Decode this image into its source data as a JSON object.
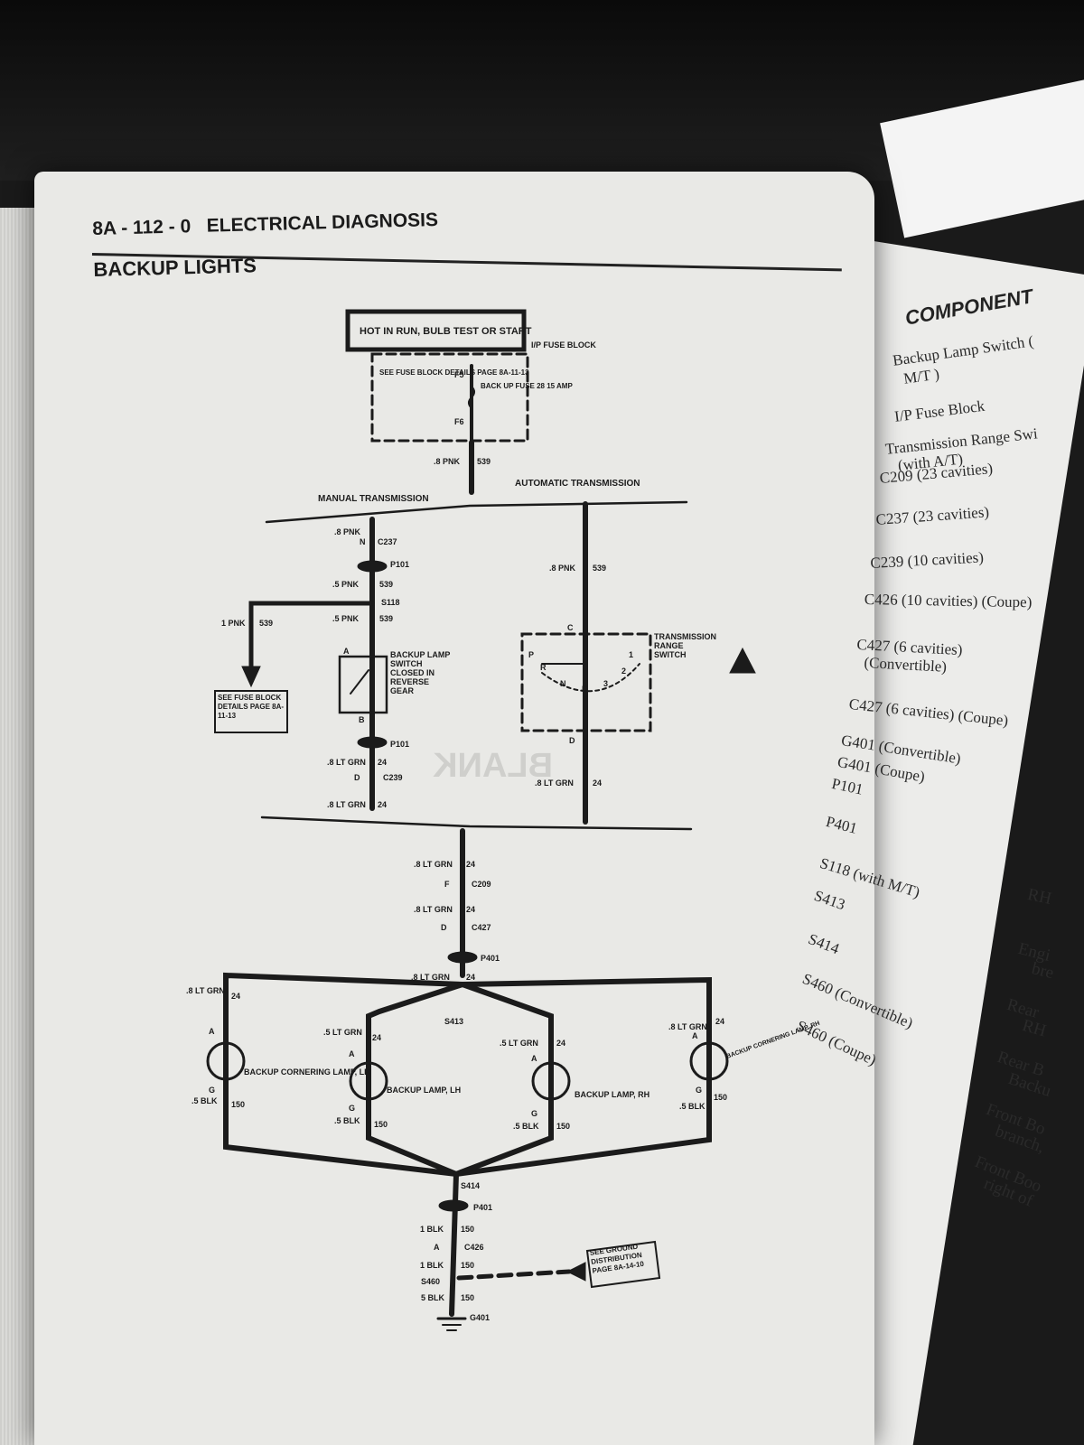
{
  "header": {
    "page_number": "8A - 112 - 0",
    "section": "ELECTRICAL DIAGNOSIS",
    "title": "BACKUP LIGHTS"
  },
  "diagram": {
    "power_box": "HOT IN RUN, BULB TEST OR START",
    "fuse_block_label": "I/P FUSE BLOCK",
    "see_fuse_note": "SEE FUSE BLOCK DETAILS PAGE 8A-11-13",
    "fuse_terminal_top": "F5",
    "fuse_terminal_bottom": "F6",
    "fuse_name": "BACK UP FUSE 28 15 AMP",
    "wire_main": ".8 PNK",
    "circuit_main": "539",
    "manual_label": "MANUAL TRANSMISSION",
    "automatic_label": "AUTOMATIC TRANSMISSION",
    "wire_n": ".8 PNK",
    "conn_n_letter": "N",
    "conn_c237": "C237",
    "p101_top": "P101",
    "wire_5pnk_a": ".5 PNK",
    "s118": "S118",
    "wire_1pnk": "1 PNK",
    "wire_5pnk_b": ".5 PNK",
    "backup_switch": "BACKUP LAMP SWITCH CLOSED IN REVERSE GEAR",
    "switch_a": "A",
    "switch_b": "B",
    "p101_bottom": "P101",
    "wire_8ltgrn_a": ".8 LT GRN",
    "circuit_24": "24",
    "conn_d": "D",
    "conn_c239": "C239",
    "wire_8ltgrn_b": ".8 LT GRN",
    "see_fuse_box": "SEE FUSE BLOCK DETAILS PAGE 8A-11-13",
    "auto_wire": ".8 PNK",
    "trans_switch": "TRANSMISSION RANGE SWITCH",
    "trans_c": "C",
    "trans_d": "D",
    "gear_p": "P",
    "gear_r": "R",
    "gear_n": "N",
    "gear_d": "D",
    "gear_3": "3",
    "gear_2": "2",
    "gear_1": "1",
    "auto_wire_bottom": ".8 LT GRN",
    "blank_watermark": "BLANK",
    "wire_c209": ".8 LT GRN",
    "conn_f": "F",
    "c209": "C209",
    "wire_c427": ".8 LT GRN",
    "c427": "C427",
    "p401_top": "P401",
    "wire_s413": ".8 LT GRN",
    "s413": "S413",
    "lamp_corner_lh": "BACKUP CORNERING LAMP, LH",
    "lamp_lh": "BACKUP LAMP, LH",
    "lamp_rh": "BACKUP LAMP, RH",
    "lamp_corner_rh": "BACKUP CORNERING LAMP, RH",
    "wire_8ltgrn_lamp": ".8 LT GRN",
    "wire_5ltgrn_lamp": ".5 LT GRN",
    "wire_5blk": ".5 BLK",
    "circuit_150": "150",
    "pin_a": "A",
    "pin_g": "G",
    "s414": "S414",
    "p401_bottom": "P401",
    "wire_1blk": "1 BLK",
    "c426": "C426",
    "s460": "S460",
    "wire_5blk_bottom": "5 BLK",
    "g401": "G401",
    "see_ground": "SEE GROUND DISTRIBUTION PAGE 8A-14-10"
  },
  "component_page": {
    "title": "COMPONENT",
    "items": [
      "Backup Lamp Switch (",
      "M/T )",
      "I/P Fuse Block",
      "Transmission Range Swi",
      "(with A/T)",
      "C209 (23 cavities)",
      "C237 (23 cavities)",
      "C239 (10 cavities)",
      "C426 (10 cavities) (Coupe)",
      "C427 (6 cavities)",
      "(Convertible)",
      "C427 (6 cavities) (Coupe)",
      "G401 (Convertible)",
      "G401 (Coupe)",
      "P101",
      "P401",
      "S118 (with M/T)",
      "S413",
      "S414",
      "S460 (Convertible)",
      "S460 (Coupe)"
    ],
    "descriptions": [
      "RH",
      "Engi",
      "bre",
      "Rear",
      "RH",
      "Rear B",
      "Backu",
      "Front Bo",
      "branch,",
      "Front Boo",
      "right of"
    ]
  }
}
